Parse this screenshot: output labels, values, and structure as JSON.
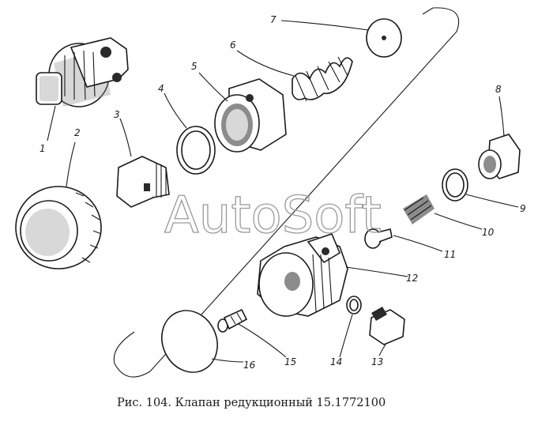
{
  "figure": {
    "caption": "Рис. 104. Клапан редукционный 15.1772100",
    "watermark": "AutoSoft",
    "callouts": [
      {
        "id": "1",
        "text": "1"
      },
      {
        "id": "2",
        "text": "2"
      },
      {
        "id": "3",
        "text": "3"
      },
      {
        "id": "4",
        "text": "4"
      },
      {
        "id": "5",
        "text": "5"
      },
      {
        "id": "6",
        "text": "6"
      },
      {
        "id": "7",
        "text": "7"
      },
      {
        "id": "8",
        "text": "8"
      },
      {
        "id": "9",
        "text": "9"
      },
      {
        "id": "10",
        "text": "10"
      },
      {
        "id": "11",
        "text": "11"
      },
      {
        "id": "12",
        "text": "12"
      },
      {
        "id": "13",
        "text": "13"
      },
      {
        "id": "14",
        "text": "14"
      },
      {
        "id": "15",
        "text": "15"
      },
      {
        "id": "16",
        "text": "16"
      }
    ]
  }
}
